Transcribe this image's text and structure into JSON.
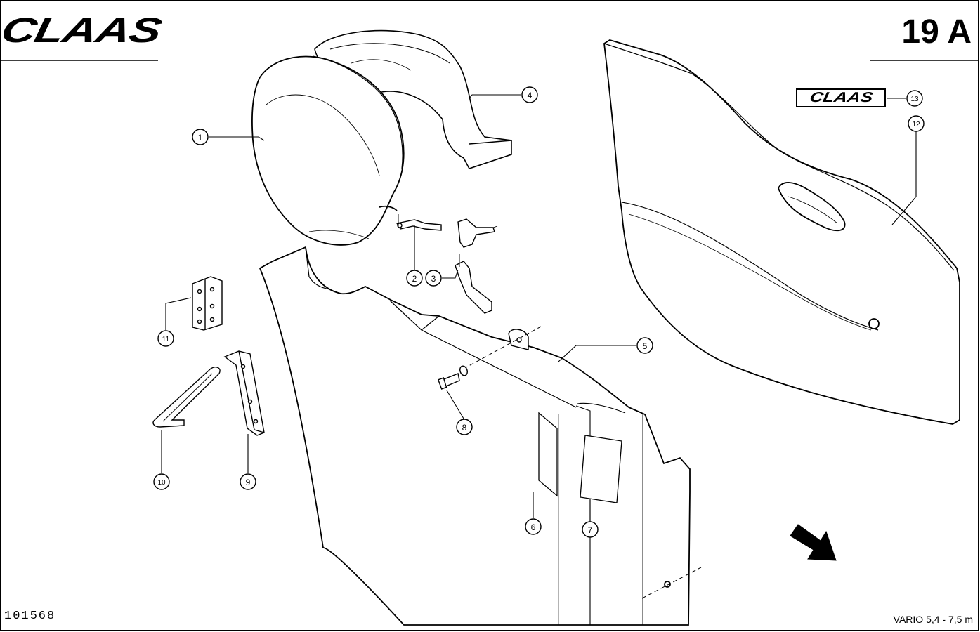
{
  "header": {
    "brand": "CLAAS",
    "sheet_number": "19 A"
  },
  "footer": {
    "drawing_number": "101568",
    "model": "VARIO 5,4 - 7,5 m"
  },
  "decal_text": "CLAAS",
  "callouts": [
    {
      "id": "1",
      "label": "1"
    },
    {
      "id": "2",
      "label": "2"
    },
    {
      "id": "3",
      "label": "3"
    },
    {
      "id": "4",
      "label": "4"
    },
    {
      "id": "5",
      "label": "5"
    },
    {
      "id": "6",
      "label": "6"
    },
    {
      "id": "7",
      "label": "7"
    },
    {
      "id": "8",
      "label": "8"
    },
    {
      "id": "9",
      "label": "9"
    },
    {
      "id": "10",
      "label": "10"
    },
    {
      "id": "11",
      "label": "11"
    },
    {
      "id": "12",
      "label": "12"
    },
    {
      "id": "13",
      "label": "13"
    }
  ]
}
